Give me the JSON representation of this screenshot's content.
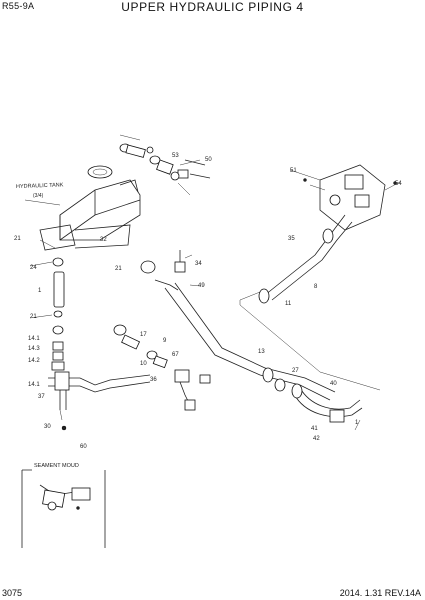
{
  "header": {
    "model": "R55-9A",
    "title": "UPPER HYDRAULIC PIPING 4"
  },
  "footer": {
    "page": "3075",
    "revision": "2014. 1.31  REV.14A"
  },
  "labels": {
    "hydraulic_tank": "HYDRAULIC TANK",
    "inset_title": "SEAMENT MOUD",
    "left_numbers": [
      "21",
      "24",
      "1",
      "21",
      "14.1",
      "14.3",
      "14.2",
      "14.1",
      "37",
      "30"
    ],
    "right_numbers": [
      "51",
      "54",
      "35",
      "8",
      "11",
      "27",
      "40",
      "41",
      "42",
      "1"
    ],
    "center_numbers": [
      "53",
      "50",
      "49",
      "13",
      "17",
      "9",
      "21",
      "67",
      "36",
      "10",
      "34",
      "32",
      "60"
    ]
  }
}
